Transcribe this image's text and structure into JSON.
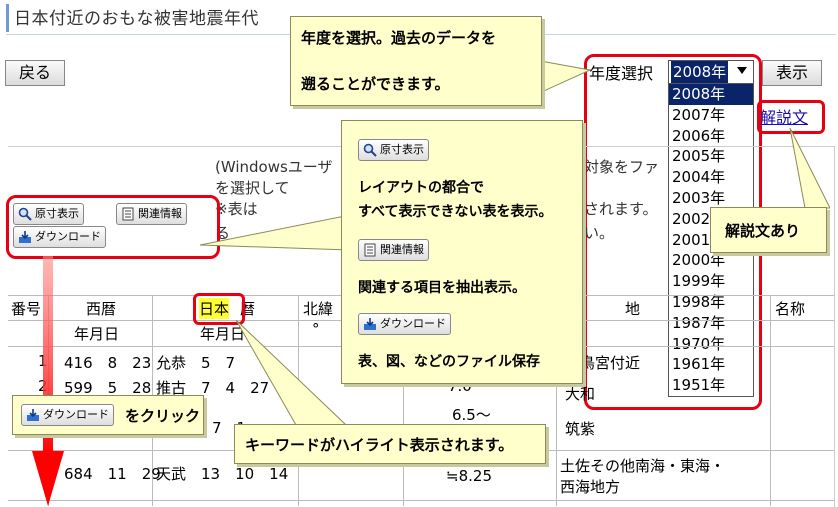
{
  "page_title": "日本付近のおもな被害地震年代",
  "buttons": {
    "back": "戻る",
    "show": "表示"
  },
  "year_select": {
    "label": "年度選択",
    "selected": "2008年",
    "options": [
      "2008年",
      "2007年",
      "2006年",
      "2005年",
      "2004年",
      "2003年",
      "2002年",
      "2001年",
      "2000年",
      "1999年",
      "1998年",
      "1987年",
      "1970年",
      "1961年",
      "1951年"
    ]
  },
  "kaisetsu_link": "解説文",
  "notes": [
    "(Windowsユーザ",
    "を選択して",
    "※表は",
    "る"
  ],
  "notes_right": [
    "対象をファ",
    "されます。",
    "い。"
  ],
  "tool_buttons": {
    "original_size": "原寸表示",
    "related": "関連情報",
    "download": "ダウンロード"
  },
  "callouts": {
    "year": [
      "年度を選択。過去のデータを",
      "遡ることができます。"
    ],
    "kaisetsu": "解説文あり",
    "tools_desc_1": [
      "レイアウトの都合で",
      "すべて表示できない表を表示。"
    ],
    "tools_desc_2": "関連する項目を抽出表示。",
    "tools_desc_3": "表、図、などのファイル保存",
    "download_click": "をクリック",
    "highlight": "キーワードがハイライト表示されます。"
  },
  "table": {
    "headers_row1": [
      "番号",
      "西暦",
      "日本",
      "暦",
      "北緯",
      "地",
      "名称"
    ],
    "headers_row2": [
      "年月日",
      "年月日",
      "°"
    ],
    "rows": [
      {
        "no": "1",
        "seireki": "416　8　23",
        "wareki": "允恭　5　7",
        "mag": "",
        "place": "飛鳥宮付近"
      },
      {
        "no": "2",
        "seireki": "599　5　28",
        "wareki": "推古　7　4　27",
        "mag": "7.0",
        "place": "大和"
      },
      {
        "no": "",
        "seireki": "",
        "wareki": "7　1",
        "mag": "6.5〜",
        "place": "筑紫"
      },
      {
        "no": "",
        "seireki": "684　11　29",
        "wareki": "天武　13　10　14",
        "mag": "≒8.25",
        "place": "土佐その他南海・東海・"
      },
      {
        "no": "",
        "seireki": "",
        "wareki": "",
        "mag": "",
        "place": "西海地方"
      }
    ]
  },
  "colors": {
    "highlight": "#ffff33",
    "callout_bg": "#ffffcc",
    "red_box": "#e60012",
    "selected": "#0a246a"
  }
}
